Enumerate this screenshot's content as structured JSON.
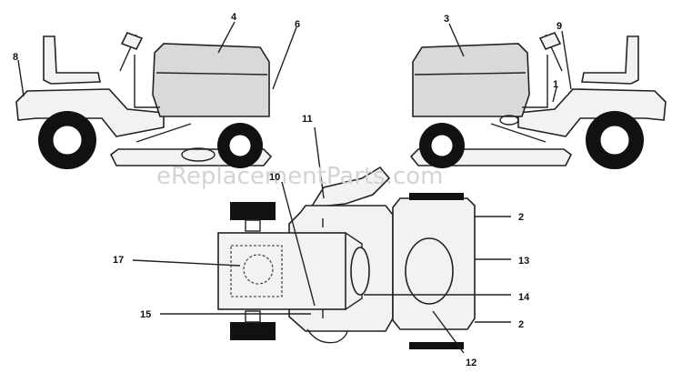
{
  "watermark": "eReplacementParts.com",
  "callouts": [
    {
      "id": "label-1",
      "text": "1"
    },
    {
      "id": "label-2a",
      "text": "2"
    },
    {
      "id": "label-2b",
      "text": "2"
    },
    {
      "id": "label-3",
      "text": "3"
    },
    {
      "id": "label-4",
      "text": "4"
    },
    {
      "id": "label-6",
      "text": "6"
    },
    {
      "id": "label-8",
      "text": "8"
    },
    {
      "id": "label-9",
      "text": "9"
    },
    {
      "id": "label-10",
      "text": "10"
    },
    {
      "id": "label-11",
      "text": "11"
    },
    {
      "id": "label-12",
      "text": "12"
    },
    {
      "id": "label-13",
      "text": "13"
    },
    {
      "id": "label-14",
      "text": "14"
    },
    {
      "id": "label-15",
      "text": "15"
    },
    {
      "id": "label-17",
      "text": "17"
    }
  ]
}
